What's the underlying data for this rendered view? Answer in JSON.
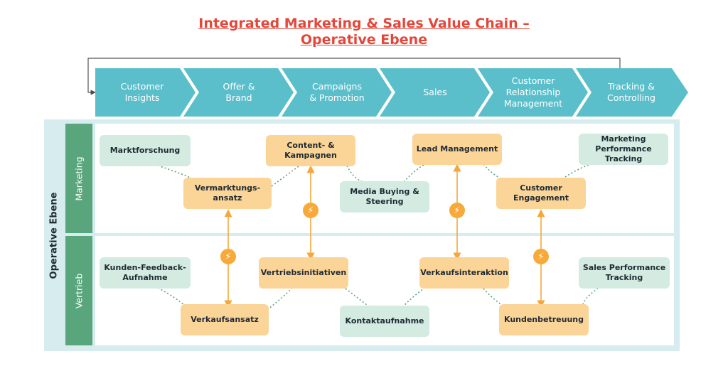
{
  "title": {
    "line1": "Integrated Marketing & Sales Value Chain –",
    "line2": "Operative Ebene"
  },
  "value_chain": [
    {
      "l1": "Customer",
      "l2": "Insights",
      "l3": ""
    },
    {
      "l1": "Offer &",
      "l2": "Brand",
      "l3": ""
    },
    {
      "l1": "Campaigns",
      "l2": "& Promotion",
      "l3": ""
    },
    {
      "l1": "Sales",
      "l2": "",
      "l3": ""
    },
    {
      "l1": "Customer",
      "l2": "Relationship",
      "l3": "Management"
    },
    {
      "l1": "Tracking &",
      "l2": "Controlling",
      "l3": ""
    }
  ],
  "side": {
    "main": "Operative Ebene",
    "marketing": "Marketing",
    "vertrieb": "Vertrieb"
  },
  "marketing_boxes": {
    "marktforschung": "Marktforschung",
    "vermarktung_l1": "Vermarktungs-",
    "vermarktung_l2": "ansatz",
    "content_l1": "Content- &",
    "content_l2": "Kampagnen",
    "media_l1": "Media Buying &",
    "media_l2": "Steering",
    "lead": "Lead Management",
    "engagement_l1": "Customer",
    "engagement_l2": "Engagement",
    "perf_l1": "Marketing",
    "perf_l2": "Performance",
    "perf_l3": "Tracking"
  },
  "vertrieb_boxes": {
    "feedback_l1": "Kunden-Feedback-",
    "feedback_l2": "Aufnahme",
    "verkaufsansatz": "Verkaufsansatz",
    "initiativen": "Vertriebsinitiativen",
    "kontakt": "Kontaktaufnahme",
    "interaktion": "Verkaufsinteraktion",
    "betreuung": "Kundenbetreuung",
    "sales_perf_l1": "Sales Performance",
    "sales_perf_l2": "Tracking"
  },
  "bolt_icon": "lightning-bolt-icon",
  "colors": {
    "title": "#e4473a",
    "chevron": "#5bbfcb",
    "panel": "#d6ecef",
    "side_band": "#5aa67c",
    "green_box": "#d3ebe1",
    "orange_box": "#fbd498",
    "bolt": "#f7a93a"
  }
}
